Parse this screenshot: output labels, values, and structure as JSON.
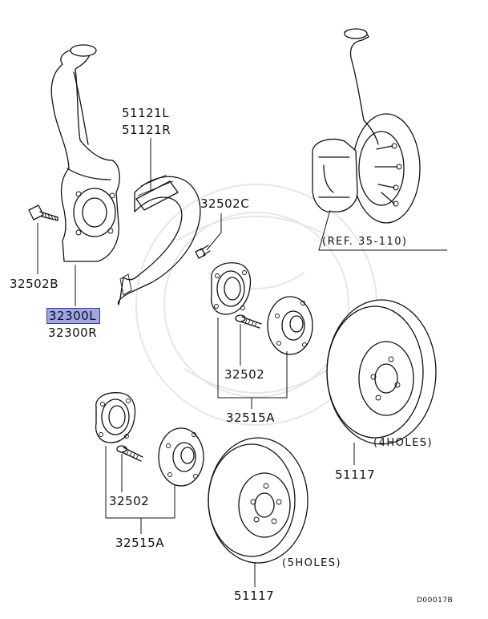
{
  "labels": {
    "shield_l": "51121L",
    "shield_r": "51121R",
    "bolt_c": "32502C",
    "bolt_b": "32502B",
    "knuckle_l": "32300L",
    "knuckle_r": "32300R",
    "bolt_upper": "32502",
    "hub_upper": "32515A",
    "disc_4": "51117",
    "bolt_lower": "32502",
    "hub_lower": "32515A",
    "disc_5": "51117",
    "ref": "(REF. 35-110)",
    "holes_4": "(4HOLES)",
    "holes_5": "(5HOLES)",
    "diagram_code": "D00017B"
  },
  "highlight_color": "#9ea6e6"
}
